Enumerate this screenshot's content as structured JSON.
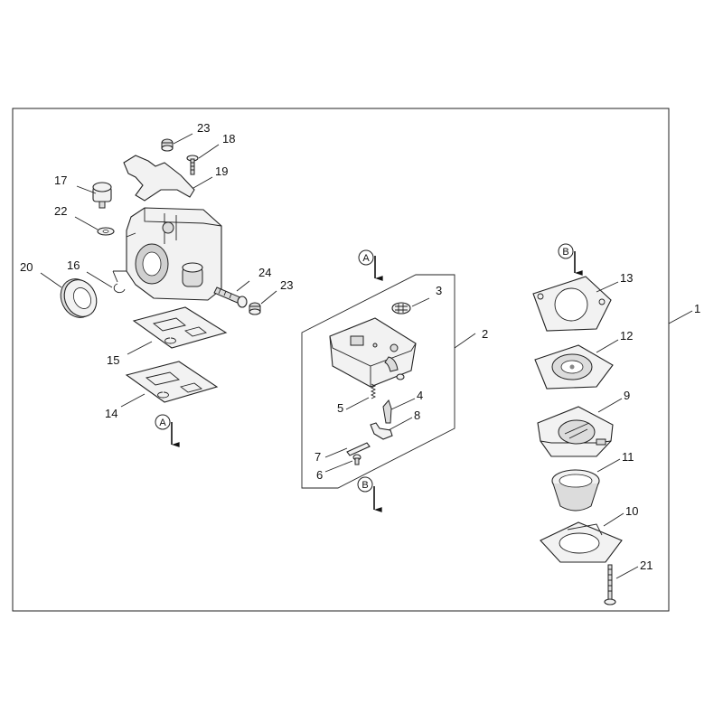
{
  "labels": {
    "l1": "1",
    "l2": "2",
    "l3": "3",
    "l4": "4",
    "l5": "5",
    "l6": "6",
    "l7": "7",
    "l8": "8",
    "l9": "9",
    "l10": "10",
    "l11": "11",
    "l12": "12",
    "l13": "13",
    "l14": "14",
    "l15": "15",
    "l16": "16",
    "l17": "17",
    "l18": "18",
    "l19": "19",
    "l20": "20",
    "l21": "21",
    "l22": "22",
    "l23a": "23",
    "l23b": "23",
    "l24": "24"
  },
  "refs": {
    "a": "A",
    "b": "B"
  }
}
